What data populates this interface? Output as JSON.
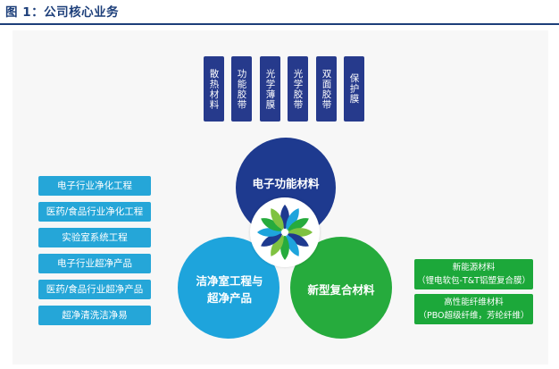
{
  "figure": {
    "title": "图 1：公司核心业务"
  },
  "top_boxes": [
    "散热材料",
    "功能胶带",
    "光学薄膜",
    "光学胶带",
    "双面胶带",
    "保护膜"
  ],
  "circles": {
    "top": "电子功能材料",
    "left_line1": "洁净室工程与",
    "left_line2": "超净产品",
    "right": "新型复合材料"
  },
  "left_list": [
    "电子行业净化工程",
    "医药/食品行业净化工程",
    "实验室系统工程",
    "电子行业超净产品",
    "医药/食品行业超净产品",
    "超净清洗洁净易"
  ],
  "right_list": [
    {
      "title": "新能源材料",
      "sub": "（锂电软包-T&T铝塑复合膜）"
    },
    {
      "title": "高性能纤维材料",
      "sub": "（PBO超级纤维，芳纶纤维）"
    }
  ],
  "colors": {
    "navy": "#1e3a8f",
    "sky_blue": "#1ea4dc",
    "green": "#26ab3d",
    "title_blue": "#1d3f7a"
  },
  "icons": {
    "center_logo": "starburst-leaf-logo"
  }
}
